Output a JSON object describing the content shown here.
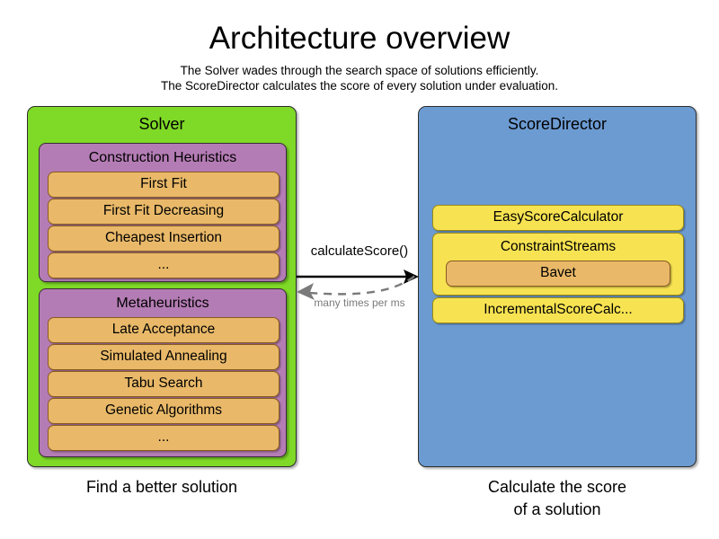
{
  "header": {
    "title": "Architecture overview",
    "subtitle_1": "The Solver wades through the search space of solutions efficiently.",
    "subtitle_2": "The ScoreDirector calculates the score of every solution under evaluation."
  },
  "solver": {
    "title": "Solver",
    "caption": "Find a better solution",
    "color": "#7fd927",
    "groups": [
      {
        "title": "Construction Heuristics",
        "color": "#b47cb4",
        "items": [
          {
            "label": "First Fit"
          },
          {
            "label": "First Fit Decreasing"
          },
          {
            "label": "Cheapest Insertion"
          },
          {
            "label": "..."
          }
        ]
      },
      {
        "title": "Metaheuristics",
        "color": "#b47cb4",
        "items": [
          {
            "label": "Late Acceptance"
          },
          {
            "label": "Simulated Annealing"
          },
          {
            "label": "Tabu Search"
          },
          {
            "label": "Genetic Algorithms"
          },
          {
            "label": "..."
          }
        ]
      }
    ]
  },
  "score_director": {
    "title": "ScoreDirector",
    "caption_line_1": "Calculate the score",
    "caption_line_2": "of a solution",
    "color": "#6c9bd2",
    "items": [
      {
        "label": "EasyScoreCalculator",
        "color": "#f7e352"
      },
      {
        "label": "ConstraintStreams",
        "color": "#f7e352",
        "child": {
          "label": "Bavet",
          "color": "#e9b969"
        }
      },
      {
        "label": "IncrementalScoreCalc...",
        "color": "#f7e352"
      }
    ]
  },
  "connections": {
    "forward": {
      "label": "calculateScore()",
      "style": "solid",
      "color": "#000000",
      "direction": "left-to-right"
    },
    "backward": {
      "label": "many times per ms",
      "style": "dashed",
      "color": "#7a7a7a",
      "direction": "right-to-left"
    }
  }
}
